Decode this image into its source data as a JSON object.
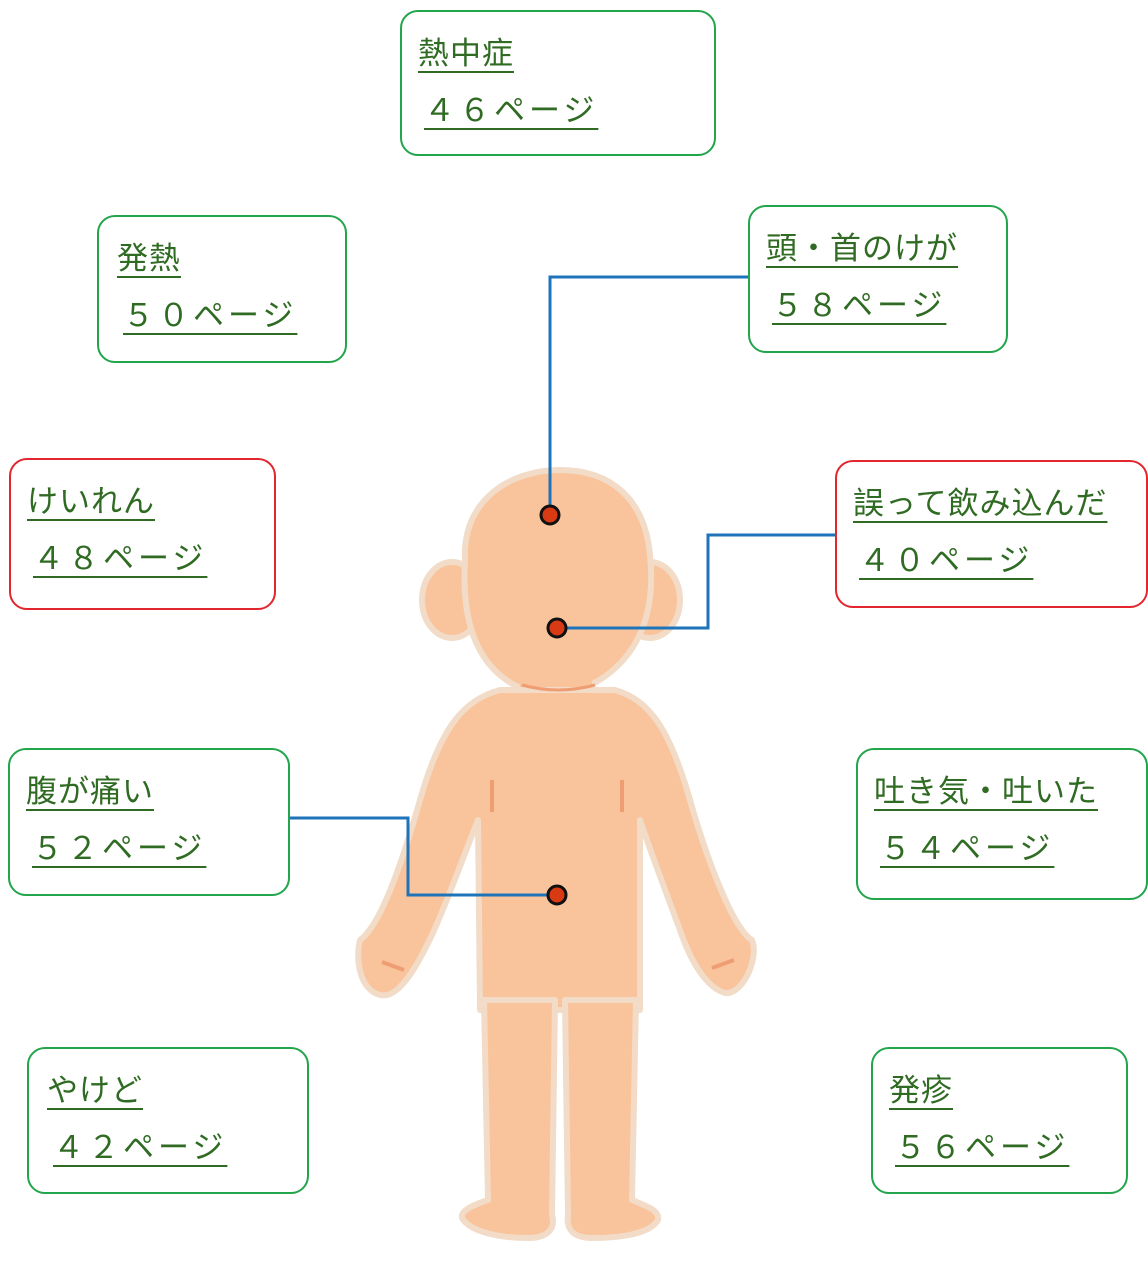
{
  "colors": {
    "link_text": "#2f6b22",
    "box_green": "#22a54b",
    "box_red": "#e3262d",
    "leader_line": "#1f73b8",
    "marker": "#d83a14",
    "skin": "#f9c49c"
  },
  "figure": {
    "name": "child-body-illustration"
  },
  "boxes": {
    "heatstroke": {
      "title": "熱中症",
      "page": "４６ページ"
    },
    "fever": {
      "title": "発熱",
      "page": "５０ページ"
    },
    "head_neck_injury": {
      "title": "頭・首のけが",
      "page": "５８ページ"
    },
    "convulsion": {
      "title": "けいれん",
      "page": "４８ページ"
    },
    "swallowed": {
      "title": "誤って飲み込んだ",
      "page": "４０ページ"
    },
    "stomachache": {
      "title": "腹が痛い",
      "page": "５２ページ"
    },
    "vomiting": {
      "title": "吐き気・吐いた",
      "page": "５４ページ"
    },
    "burn": {
      "title": "やけど",
      "page": "４２ページ"
    },
    "rash": {
      "title": "発疹",
      "page": "５６ページ"
    }
  }
}
